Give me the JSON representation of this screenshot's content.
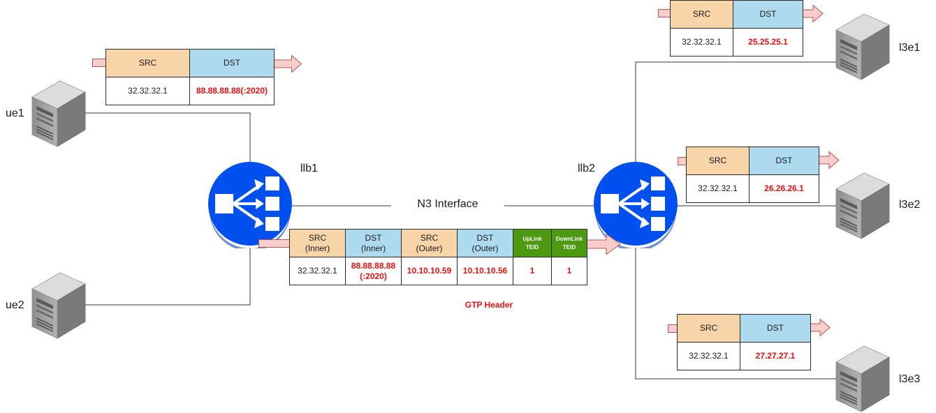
{
  "nodes": {
    "ue1": "ue1",
    "ue2": "ue2",
    "llb1": "llb1",
    "llb2": "llb2",
    "l3e1": "l3e1",
    "l3e2": "l3e2",
    "l3e3": "l3e3"
  },
  "link_label": "N3 Interface",
  "gtp_label": "GTP Header",
  "packets": {
    "ue": {
      "src_h": "SRC",
      "dst_h": "DST",
      "src": "32.32.32.1",
      "dst": "88.88.88.88(:2020)"
    },
    "l3e1": {
      "src_h": "SRC",
      "dst_h": "DST",
      "src": "32.32.32.1",
      "dst": "25.25.25.1"
    },
    "l3e2": {
      "src_h": "SRC",
      "dst_h": "DST",
      "src": "32.32.32.1",
      "dst": "26.26.26.1"
    },
    "l3e3": {
      "src_h": "SRC",
      "dst_h": "DST",
      "src": "32.32.32.1",
      "dst": "27.27.27.1"
    },
    "gtp": {
      "h1a": "SRC",
      "h1b": "(Inner)",
      "h2a": "DST",
      "h2b": "(Inner)",
      "h3a": "SRC",
      "h3b": "(Outer)",
      "h4a": "DST",
      "h4b": "(Outer)",
      "h5a": "UpLink",
      "h5b": "TEID",
      "h6a": "DownLink",
      "h6b": "TEID",
      "v1": "32.32.32.1",
      "v2a": "88.88.88.88",
      "v2b": "(:2020)",
      "v3": "10.10.10.59",
      "v4": "10.10.10.56",
      "v5": "1",
      "v6": "1"
    }
  },
  "colors": {
    "src_header": "#f8d4a9",
    "dst_header": "#aedaf0",
    "teid_header": "#4d9a12",
    "highlight_text": "#e81010",
    "arrow_fill": "#f8cecc",
    "arrow_stroke": "#b85450",
    "lb_blue": "#0050ef"
  },
  "icons": {
    "server": "server-icon",
    "load_balancer": "load-balancer-icon",
    "arrow": "packet-flow-arrow-icon"
  }
}
